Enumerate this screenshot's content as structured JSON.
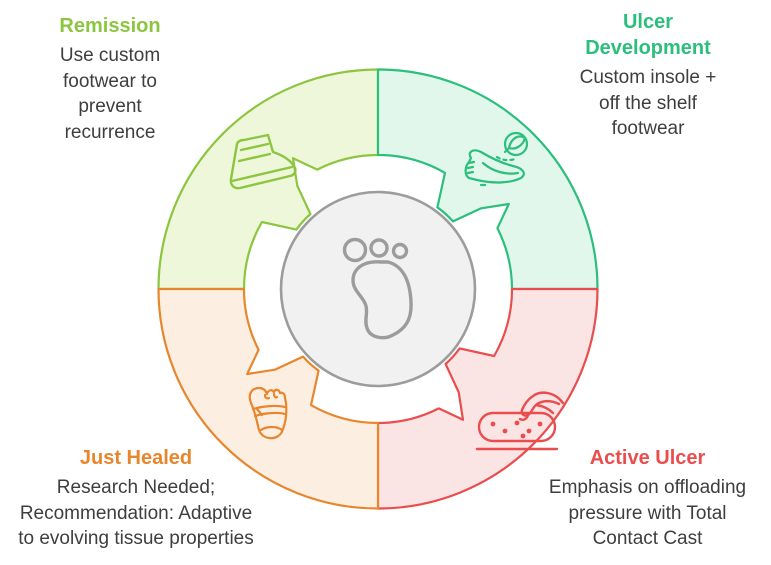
{
  "page": {
    "background": "#ffffff"
  },
  "quadrants": [
    {
      "id": "remission",
      "position": "top-left",
      "title_lines": [
        "Remission"
      ],
      "description_lines": [
        "Use custom",
        "footwear to",
        "prevent",
        "recurrence"
      ],
      "color": "#8CC63F",
      "fill": "#EFF7DA",
      "icon": "boot-icon"
    },
    {
      "id": "ulcer-development",
      "position": "top-right",
      "title_lines": [
        "Ulcer",
        "Development"
      ],
      "description_lines": [
        "Custom insole +",
        "off the shelf",
        "footwear"
      ],
      "color": "#2BBF7B",
      "fill": "#E1F7EC",
      "icon": "insole-shoe-leaf-icon"
    },
    {
      "id": "active-ulcer",
      "position": "bottom-right",
      "title_lines": [
        "Active Ulcer"
      ],
      "description_lines": [
        "Emphasis on offloading",
        "pressure with Total",
        "Contact Cast"
      ],
      "color": "#E94D4D",
      "fill": "#FBE4E4",
      "icon": "wound-hand-icon"
    },
    {
      "id": "just-healed",
      "position": "bottom-left",
      "title_lines": [
        "Just Healed"
      ],
      "description_lines": [
        "Research Needed;",
        "Recommendation: Adaptive",
        "to evolving tissue properties"
      ],
      "color": "#E8862D",
      "fill": "#FCEFE1",
      "icon": "foot-sole-icon"
    }
  ],
  "center": {
    "icon": "footprint-icon",
    "fill": "#F1F1F1",
    "stroke": "#9C9C9C"
  },
  "text_color": "#3E3E3E"
}
